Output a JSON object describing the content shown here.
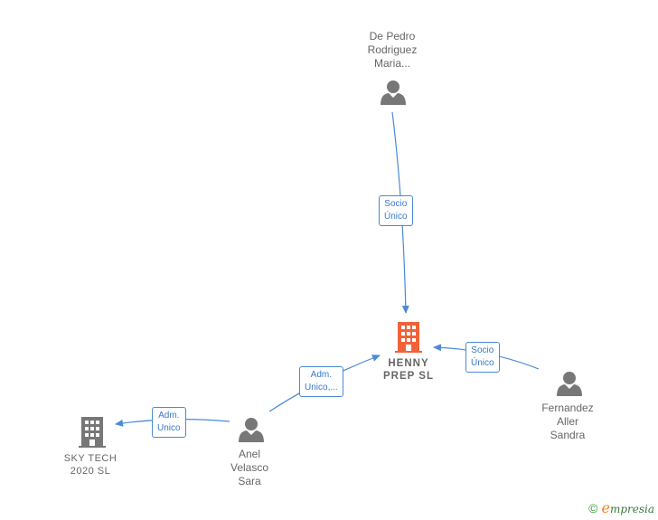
{
  "nodes": {
    "de_pedro": {
      "lines": [
        "De Pedro",
        "Rodriguez",
        "Maria..."
      ],
      "type": "person"
    },
    "henny": {
      "lines": [
        "HENNY",
        "PREP  SL"
      ],
      "type": "company-main"
    },
    "fernandez": {
      "lines": [
        "Fernandez",
        "Aller",
        "Sandra"
      ],
      "type": "person"
    },
    "anel": {
      "lines": [
        "Anel",
        "Velasco",
        "Sara"
      ],
      "type": "person"
    },
    "sky_tech": {
      "lines": [
        "SKY TECH",
        "2020  SL"
      ],
      "type": "company"
    }
  },
  "edges": {
    "de_pedro_to_henny": {
      "lines": [
        "Socio",
        "Único"
      ]
    },
    "fernandez_to_henny": {
      "lines": [
        "Socio",
        "Único"
      ]
    },
    "anel_to_henny": {
      "lines": [
        "Adm.",
        "Unico,..."
      ]
    },
    "anel_to_sky_tech": {
      "lines": [
        "Adm.",
        "Unico"
      ]
    }
  },
  "colors": {
    "edge": "#4a8ad8",
    "person_icon": "#777777",
    "company_icon": "#777777",
    "main_company_icon": "#f0623a"
  },
  "brand": {
    "copyright": "©",
    "e": "e",
    "name": "mpresia"
  }
}
